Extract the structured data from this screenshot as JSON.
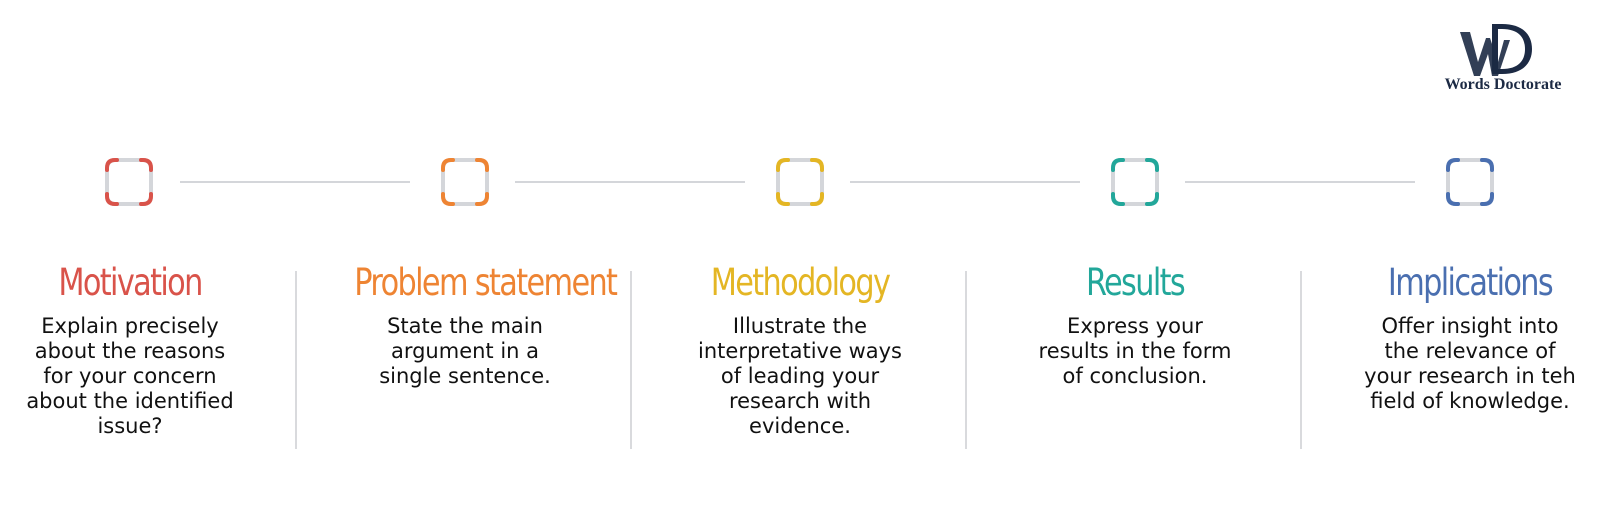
{
  "logo": {
    "text": "Words Doctorate",
    "letters": "WD",
    "color": "#1c2a44"
  },
  "steps": [
    {
      "title": "Motivation",
      "description": "Explain precisely\nabout the reasons\nfor your concern\nabout the identified\nissue?",
      "color": "#d9534a",
      "icon": "rounded-square-node-icon"
    },
    {
      "title": "Problem statement",
      "description": "State the main\nargument in a\nsingle sentence.",
      "color": "#ee8433",
      "icon": "rounded-square-node-icon"
    },
    {
      "title": "Methodology",
      "description": "Illustrate the\ninterpretative ways\nof leading your\nresearch with\nevidence.",
      "color": "#e4b624",
      "icon": "rounded-square-node-icon"
    },
    {
      "title": "Results",
      "description": "Express your\nresults in the form\nof conclusion.",
      "color": "#22a79a",
      "icon": "rounded-square-node-icon"
    },
    {
      "title": "Implications",
      "description": "Offer insight into\nthe relevance of\nyour research in teh\nfield of knowledge.",
      "color": "#4a6fb0",
      "icon": "rounded-square-node-icon"
    }
  ],
  "colors": {
    "connector": "#d4d6da",
    "node_frame": "#d4d6da",
    "divider": "#d9dadd",
    "text": "#111111"
  }
}
